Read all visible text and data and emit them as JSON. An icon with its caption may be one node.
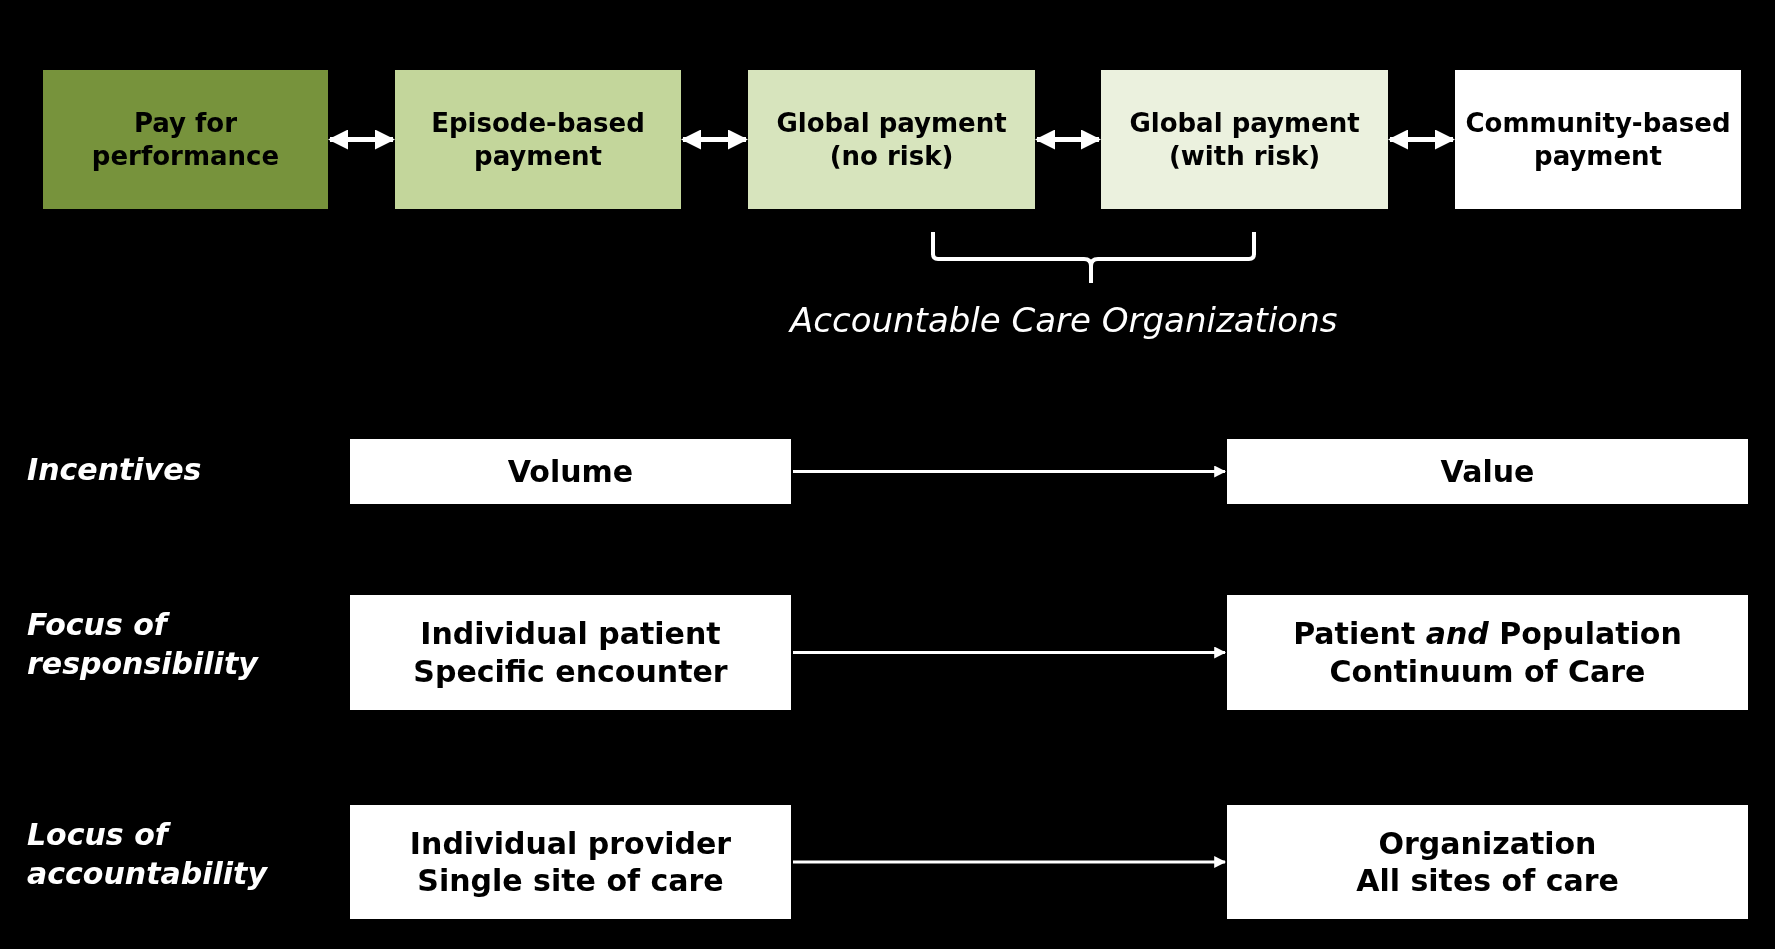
{
  "diagram": {
    "nodes": [
      {
        "text": [
          "Pay for performance"
        ]
      },
      {
        "text": [
          "Episode-based payment"
        ]
      },
      {
        "text": [
          "Global payment (no risk)"
        ]
      },
      {
        "text": [
          "Global payment (with risk)"
        ]
      },
      {
        "text": [
          "Community-based payment"
        ]
      },
      {
        "text": [
          "Volume"
        ]
      },
      {
        "text": [
          "Value"
        ]
      },
      {
        "text": [
          "Individual patient",
          "Specific encounter"
        ]
      },
      {
        "text": [
          "Patient *and* Population",
          "Continuum of Care"
        ]
      },
      {
        "text": [
          "Individual provider",
          "Single site of care"
        ]
      },
      {
        "text": [
          "Organization",
          "All sites of care"
        ]
      }
    ],
    "edges": [
      {
        "from": 0,
        "to": 1,
        "arrow": "both"
      },
      {
        "from": 1,
        "to": 2,
        "arrow": "both"
      },
      {
        "from": 2,
        "to": 3,
        "arrow": "both"
      },
      {
        "from": 3,
        "to": 4,
        "arrow": "both"
      },
      {
        "from": 5,
        "to": 6,
        "arrow": "to"
      },
      {
        "from": 7,
        "to": 8,
        "arrow": "to"
      },
      {
        "from": 9,
        "to": 10,
        "arrow": "to"
      }
    ],
    "labels": [
      "Accountable Care Organizations",
      "Incentives",
      "Focus of responsibility",
      "Locus of accountability"
    ]
  }
}
